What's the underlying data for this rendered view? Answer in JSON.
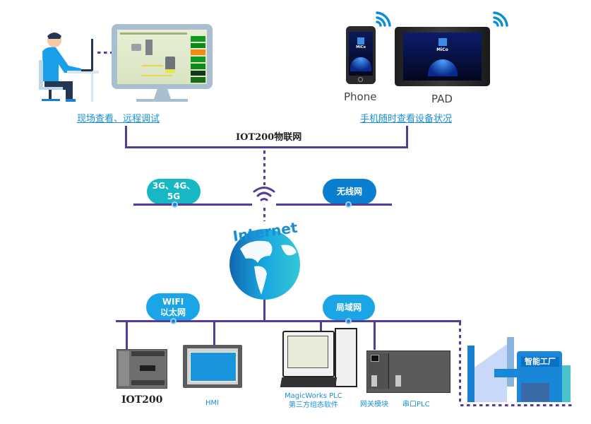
{
  "title": "IOT200物联网",
  "top": {
    "pc_caption": "现场查看、远程调试",
    "mobile_caption": "手机随时查看设备状况",
    "phone_label": "Phone",
    "pad_label": "PAD",
    "app_name": "MiCo",
    "scada_buttons": [
      "",
      "",
      "",
      "",
      "",
      "",
      ""
    ]
  },
  "wan": {
    "cellular_label": "3G、4G、5G",
    "wireless_label": "无线网"
  },
  "internet": {
    "label": "Internet"
  },
  "lan": {
    "wifi_label_line1": "WIFI",
    "wifi_label_line2": "以太网",
    "lan_label": "局域网"
  },
  "devices": {
    "iot200": "IOT200",
    "hmi": "HMI",
    "software_line1": "MagicWorks PLC",
    "software_line2": "第三方组态软件",
    "gateway": "网关模块",
    "serial_plc": "串口PLC",
    "factory": "智能工厂"
  },
  "colors": {
    "line": "#553c9a",
    "caption": "#1a8fd6",
    "cellular_pill": "#17b8c4",
    "wireless_pill": "#0a7fd0",
    "lan_pill": "#1aa6e6"
  }
}
